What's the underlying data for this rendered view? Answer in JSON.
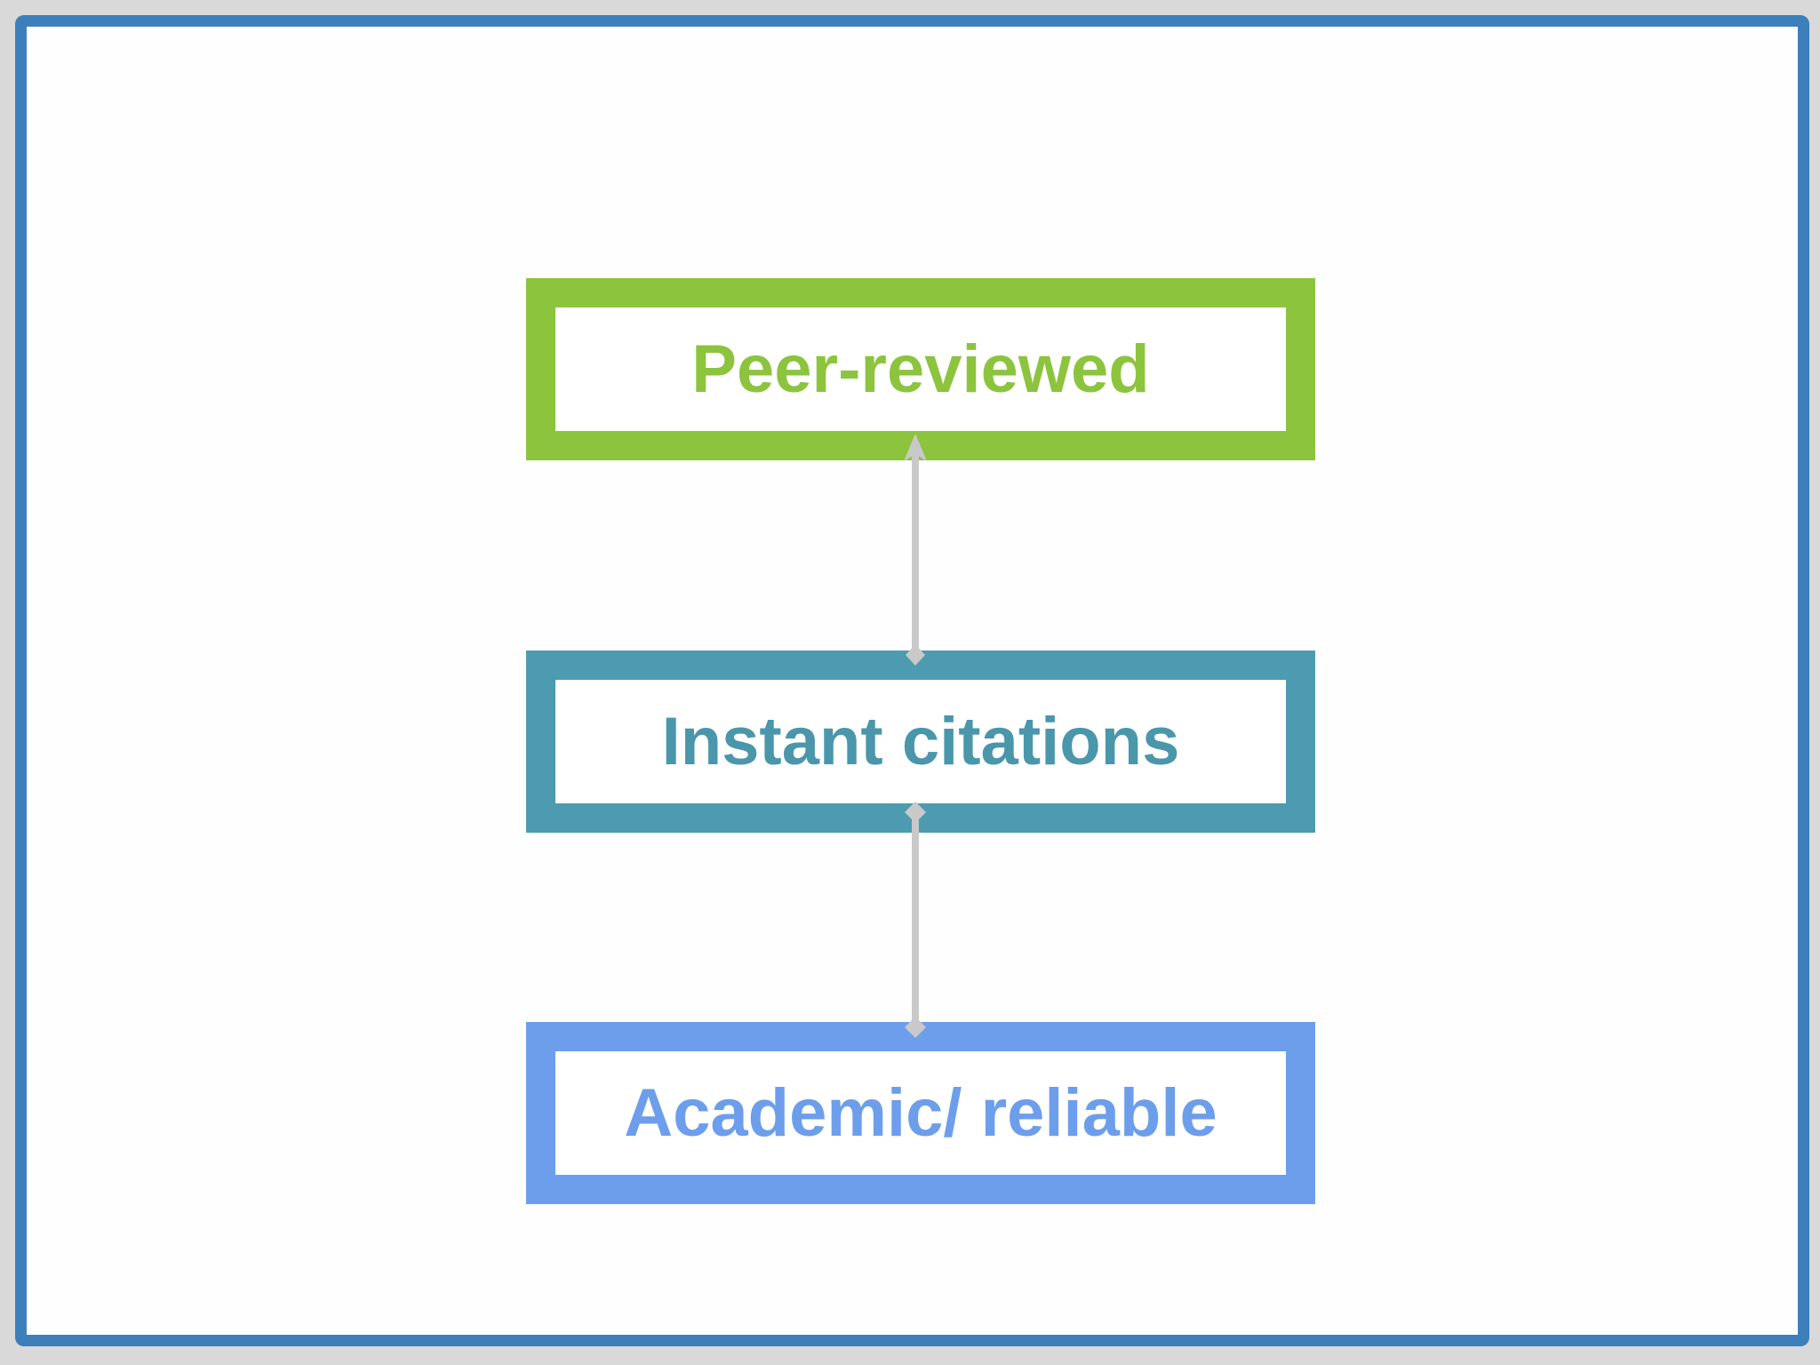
{
  "slide": {
    "canvas_background_color": "#d9d9d9",
    "frame": {
      "border_color": "#3d7fba",
      "fill_color": "#fefefe"
    },
    "connector": {
      "color": "#c9c9c9",
      "endpoints": [
        "arrowhead-up",
        "diamond"
      ]
    },
    "nodes": [
      {
        "label": "Peer-reviewed",
        "color": "#8cc43e",
        "fill": "#ffffff"
      },
      {
        "label": "Instant citations",
        "color": "#4d9bb0",
        "fill": "#ffffff"
      },
      {
        "label": "Academic/ reliable",
        "color": "#6d9eeb",
        "fill": "#ffffff"
      }
    ]
  }
}
